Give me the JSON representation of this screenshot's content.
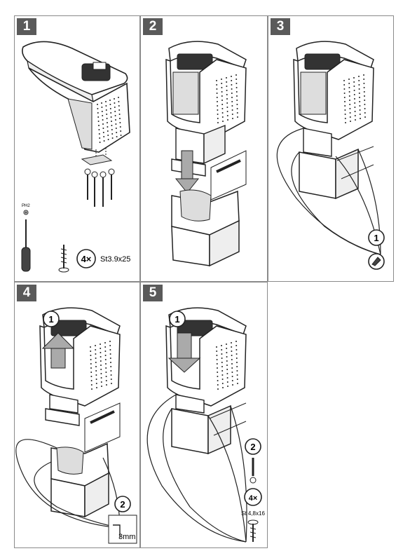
{
  "steps": [
    {
      "number": "1"
    },
    {
      "number": "2"
    },
    {
      "number": "3",
      "callout": "1"
    },
    {
      "number": "4",
      "callouts": [
        "1",
        "2"
      ],
      "gap_label": "3mm"
    },
    {
      "number": "5",
      "callouts": [
        "1",
        "2"
      ],
      "screw_qty": "4×",
      "screw_spec": "St 4,8x16"
    }
  ],
  "step1": {
    "driver_label": "PH2",
    "screw_qty": "4×",
    "screw_spec": "St3.9x25"
  }
}
